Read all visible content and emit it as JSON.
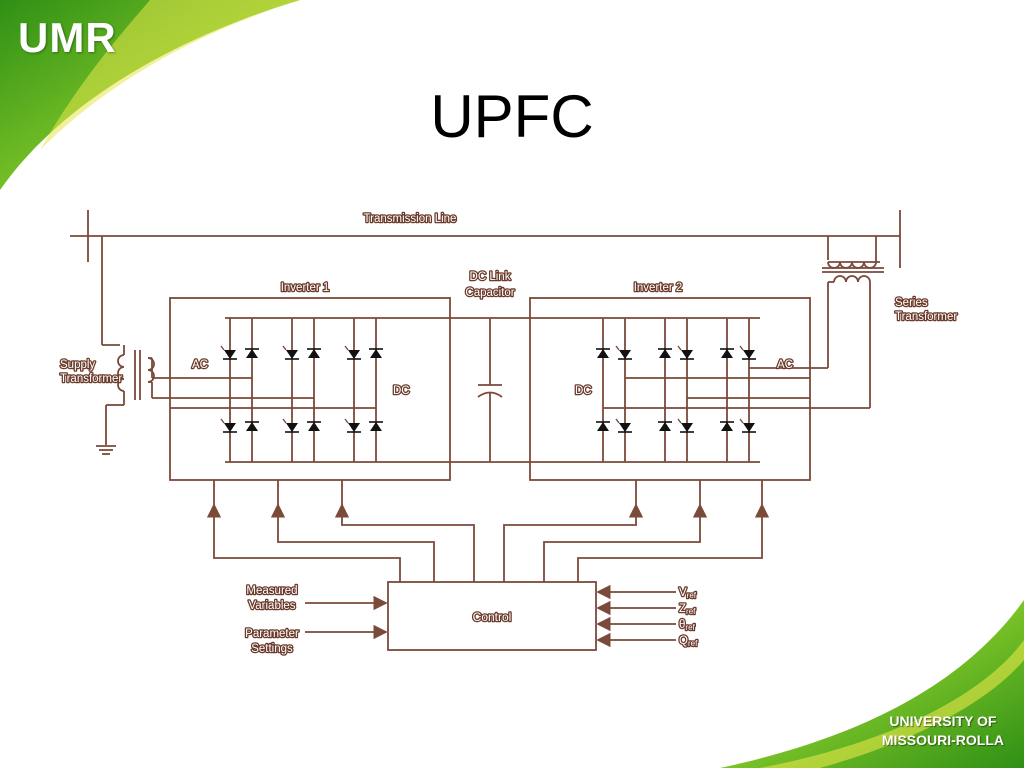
{
  "slide": {
    "logo": "UMR",
    "title": "UPFC",
    "footer_line1": "UNIVERSITY OF",
    "footer_line2": "MISSOURI-ROLLA"
  },
  "diagram": {
    "transmission_line": "Transmission Line",
    "inverter1": "Inverter 1",
    "inverter2": "Inverter 2",
    "dc_link_line1": "DC Link",
    "dc_link_line2": "Capacitor",
    "series_transformer_line1": "Series",
    "series_transformer_line2": "Transformer",
    "supply_transformer_line1": "Supply",
    "supply_transformer_line2": "Transformer",
    "ac_label": "AC",
    "dc_label": "DC",
    "control": "Control",
    "measured_line1": "Measured",
    "measured_line2": "Variables",
    "parameter_line1": "Parameter",
    "parameter_line2": "Settings",
    "refs": [
      "V",
      "Z",
      "θ",
      "Q"
    ],
    "ref_subscript": "ref"
  },
  "colors": {
    "wire": "#7a4a3a",
    "green_dark": "#3e9a1c",
    "green_light": "#a8d63a",
    "yellow": "#e6e64a"
  }
}
